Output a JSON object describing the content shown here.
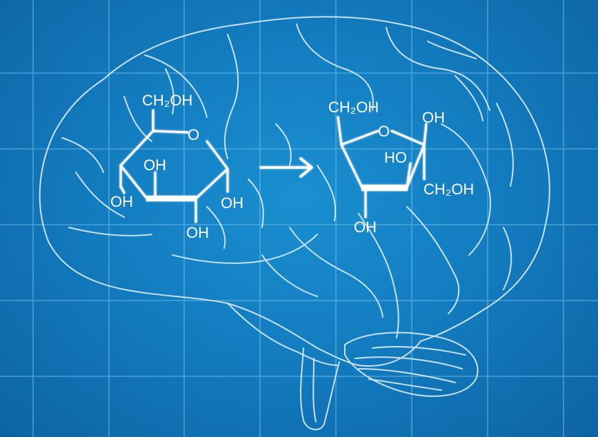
{
  "colors": {
    "background": "#137dc0",
    "background_dark": "#0d63a3",
    "grid": "#7cc4ee",
    "line": "#ffffff"
  },
  "glucose": {
    "ch2oh": "CH₂OH",
    "ring_o": "O",
    "oh_inner": "OH",
    "oh_left": "OH",
    "oh_right": "OH",
    "oh_bottom": "OH"
  },
  "fructose": {
    "ch2oh_top": "CH₂OH",
    "ring_o": "O",
    "oh_top": "OH",
    "ho_inner": "HO",
    "ch2oh_right": "CH₂OH",
    "oh_bottom": "OH"
  },
  "arrow": "→"
}
